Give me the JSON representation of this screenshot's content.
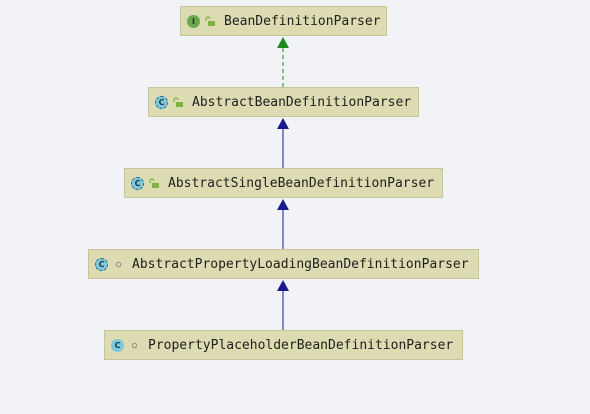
{
  "diagram": {
    "nodes": [
      {
        "id": "n1",
        "kind": "interface",
        "kind_icon": "I",
        "visibility": "package",
        "visibility_icon": "lock-open-icon",
        "label": "BeanDefinitionParser"
      },
      {
        "id": "n2",
        "kind": "abstract",
        "kind_icon": "C",
        "visibility": "package",
        "visibility_icon": "lock-open-icon",
        "label": "AbstractBeanDefinitionParser"
      },
      {
        "id": "n3",
        "kind": "abstract",
        "kind_icon": "C",
        "visibility": "package",
        "visibility_icon": "lock-open-icon",
        "label": "AbstractSingleBeanDefinitionParser"
      },
      {
        "id": "n4",
        "kind": "abstract",
        "kind_icon": "C",
        "visibility": "package-private",
        "visibility_icon": "circle-icon",
        "label": "AbstractPropertyLoadingBeanDefinitionParser"
      },
      {
        "id": "n5",
        "kind": "class",
        "kind_icon": "C",
        "visibility": "package-private",
        "visibility_icon": "circle-icon",
        "label": "PropertyPlaceholderBeanDefinitionParser"
      }
    ],
    "edges": [
      {
        "from": "n2",
        "to": "n1",
        "relation": "implements",
        "style": "dashed",
        "color": "#1e8a1e"
      },
      {
        "from": "n3",
        "to": "n2",
        "relation": "extends",
        "style": "solid",
        "color": "#1a1a8c"
      },
      {
        "from": "n4",
        "to": "n3",
        "relation": "extends",
        "style": "solid",
        "color": "#1a1a8c"
      },
      {
        "from": "n5",
        "to": "n4",
        "relation": "extends",
        "style": "solid",
        "color": "#1a1a8c"
      }
    ]
  }
}
